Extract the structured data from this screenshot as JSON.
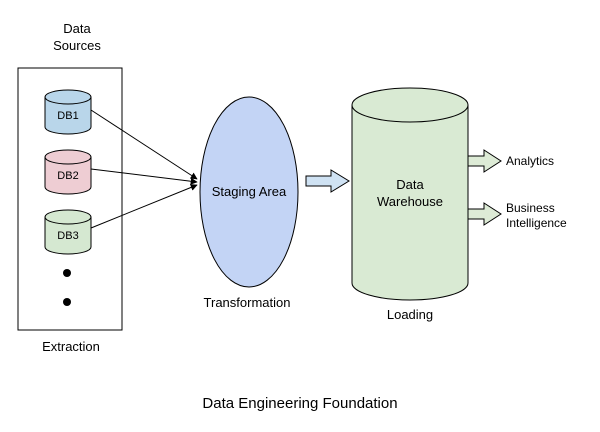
{
  "diagram": {
    "title": "Data Engineering Foundation",
    "sources": {
      "label_line1": "Data",
      "label_line2": "Sources",
      "items": [
        "DB1",
        "DB2",
        "DB3"
      ],
      "stage_label": "Extraction"
    },
    "staging": {
      "label": "Staging Area",
      "stage_label": "Transformation"
    },
    "warehouse": {
      "label_line1": "Data",
      "label_line2": "Warehouse",
      "stage_label": "Loading"
    },
    "outputs": {
      "analytics_label": "Analytics",
      "bi_label_line1": "Business",
      "bi_label_line2": "Intelligence"
    },
    "colors": {
      "db1_fill": "#b9d6ea",
      "db2_fill": "#eecdd3",
      "db3_fill": "#d5e8d1",
      "staging_fill": "#c3d4f5",
      "warehouse_fill": "#d9ead3",
      "flow_arrow_fill": "#cfe2f3",
      "output_arrow_fill": "#ddebd6",
      "stroke": "#000000"
    }
  }
}
